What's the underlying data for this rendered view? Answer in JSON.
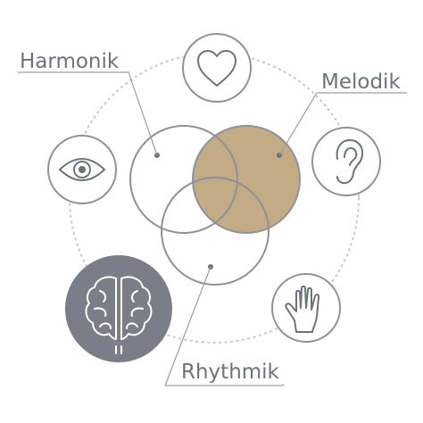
{
  "labels": {
    "harmonik": "Harmonik",
    "melodik": "Melodik",
    "rhythmik": "Rhythmik"
  },
  "icons": {
    "top": "heart-icon",
    "left": "eye-icon",
    "right": "ear-icon",
    "bottom_left": "brain-icon",
    "bottom_right": "hand-icon"
  },
  "colors": {
    "circle_stroke": "#8e9196",
    "melodik_fill": "#c3ab86",
    "brain_fill": "#7b7e89",
    "label_text": "#6f7378",
    "dotted_ring": "#c9c9c9"
  }
}
